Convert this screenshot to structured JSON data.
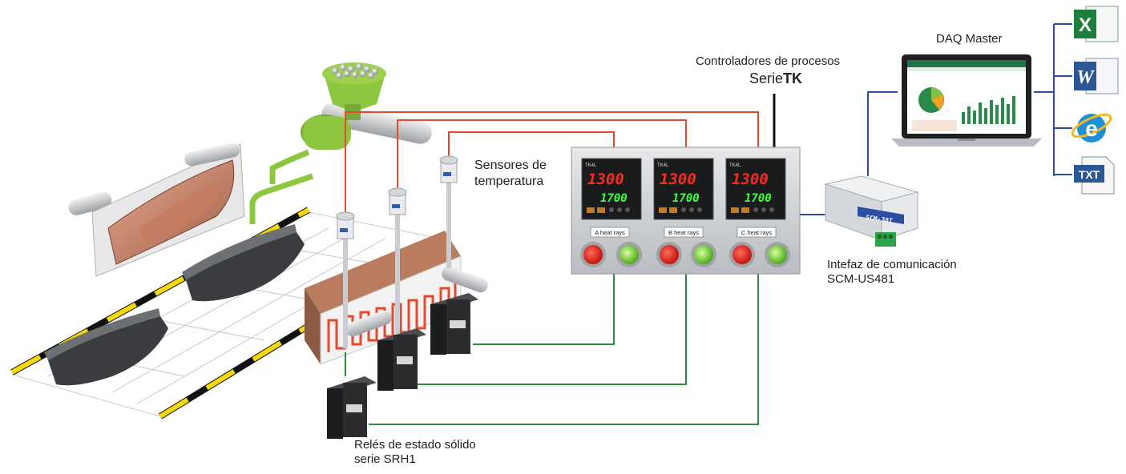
{
  "controllers_label": {
    "line1": "Controladores de procesos",
    "prefix": "Serie",
    "series": "TK"
  },
  "sensors_label": {
    "line1": "Sensores de",
    "line2": "temperatura"
  },
  "relays_label": {
    "line1": "Relés de estado sólido",
    "line2": "serie SRH1"
  },
  "interface_label": {
    "line1": "Intefaz de comunicación",
    "line2": "SCM-US481"
  },
  "daq_label": "DAQ Master",
  "controllers": [
    {
      "brand": "TK4L",
      "pv": "1300",
      "sv": "1700",
      "heat_label": "A heat rays"
    },
    {
      "brand": "TK4L",
      "pv": "1300",
      "sv": "1700",
      "heat_label": "B heat rays"
    },
    {
      "brand": "TK4L",
      "pv": "1300",
      "sv": "1700",
      "heat_label": "C heat rays"
    }
  ],
  "interface_device": {
    "model": "SCM-38I"
  },
  "file_icons": {
    "excel": "X",
    "word": "W",
    "ie": "e",
    "txt": "TXT"
  },
  "colors": {
    "signal": "#e8482c",
    "relay": "#2e8b3e",
    "comm": "#2b4ea0",
    "hopper": "#8dc63f",
    "display_red": "#ff2a1a",
    "display_green": "#3cff3c"
  }
}
